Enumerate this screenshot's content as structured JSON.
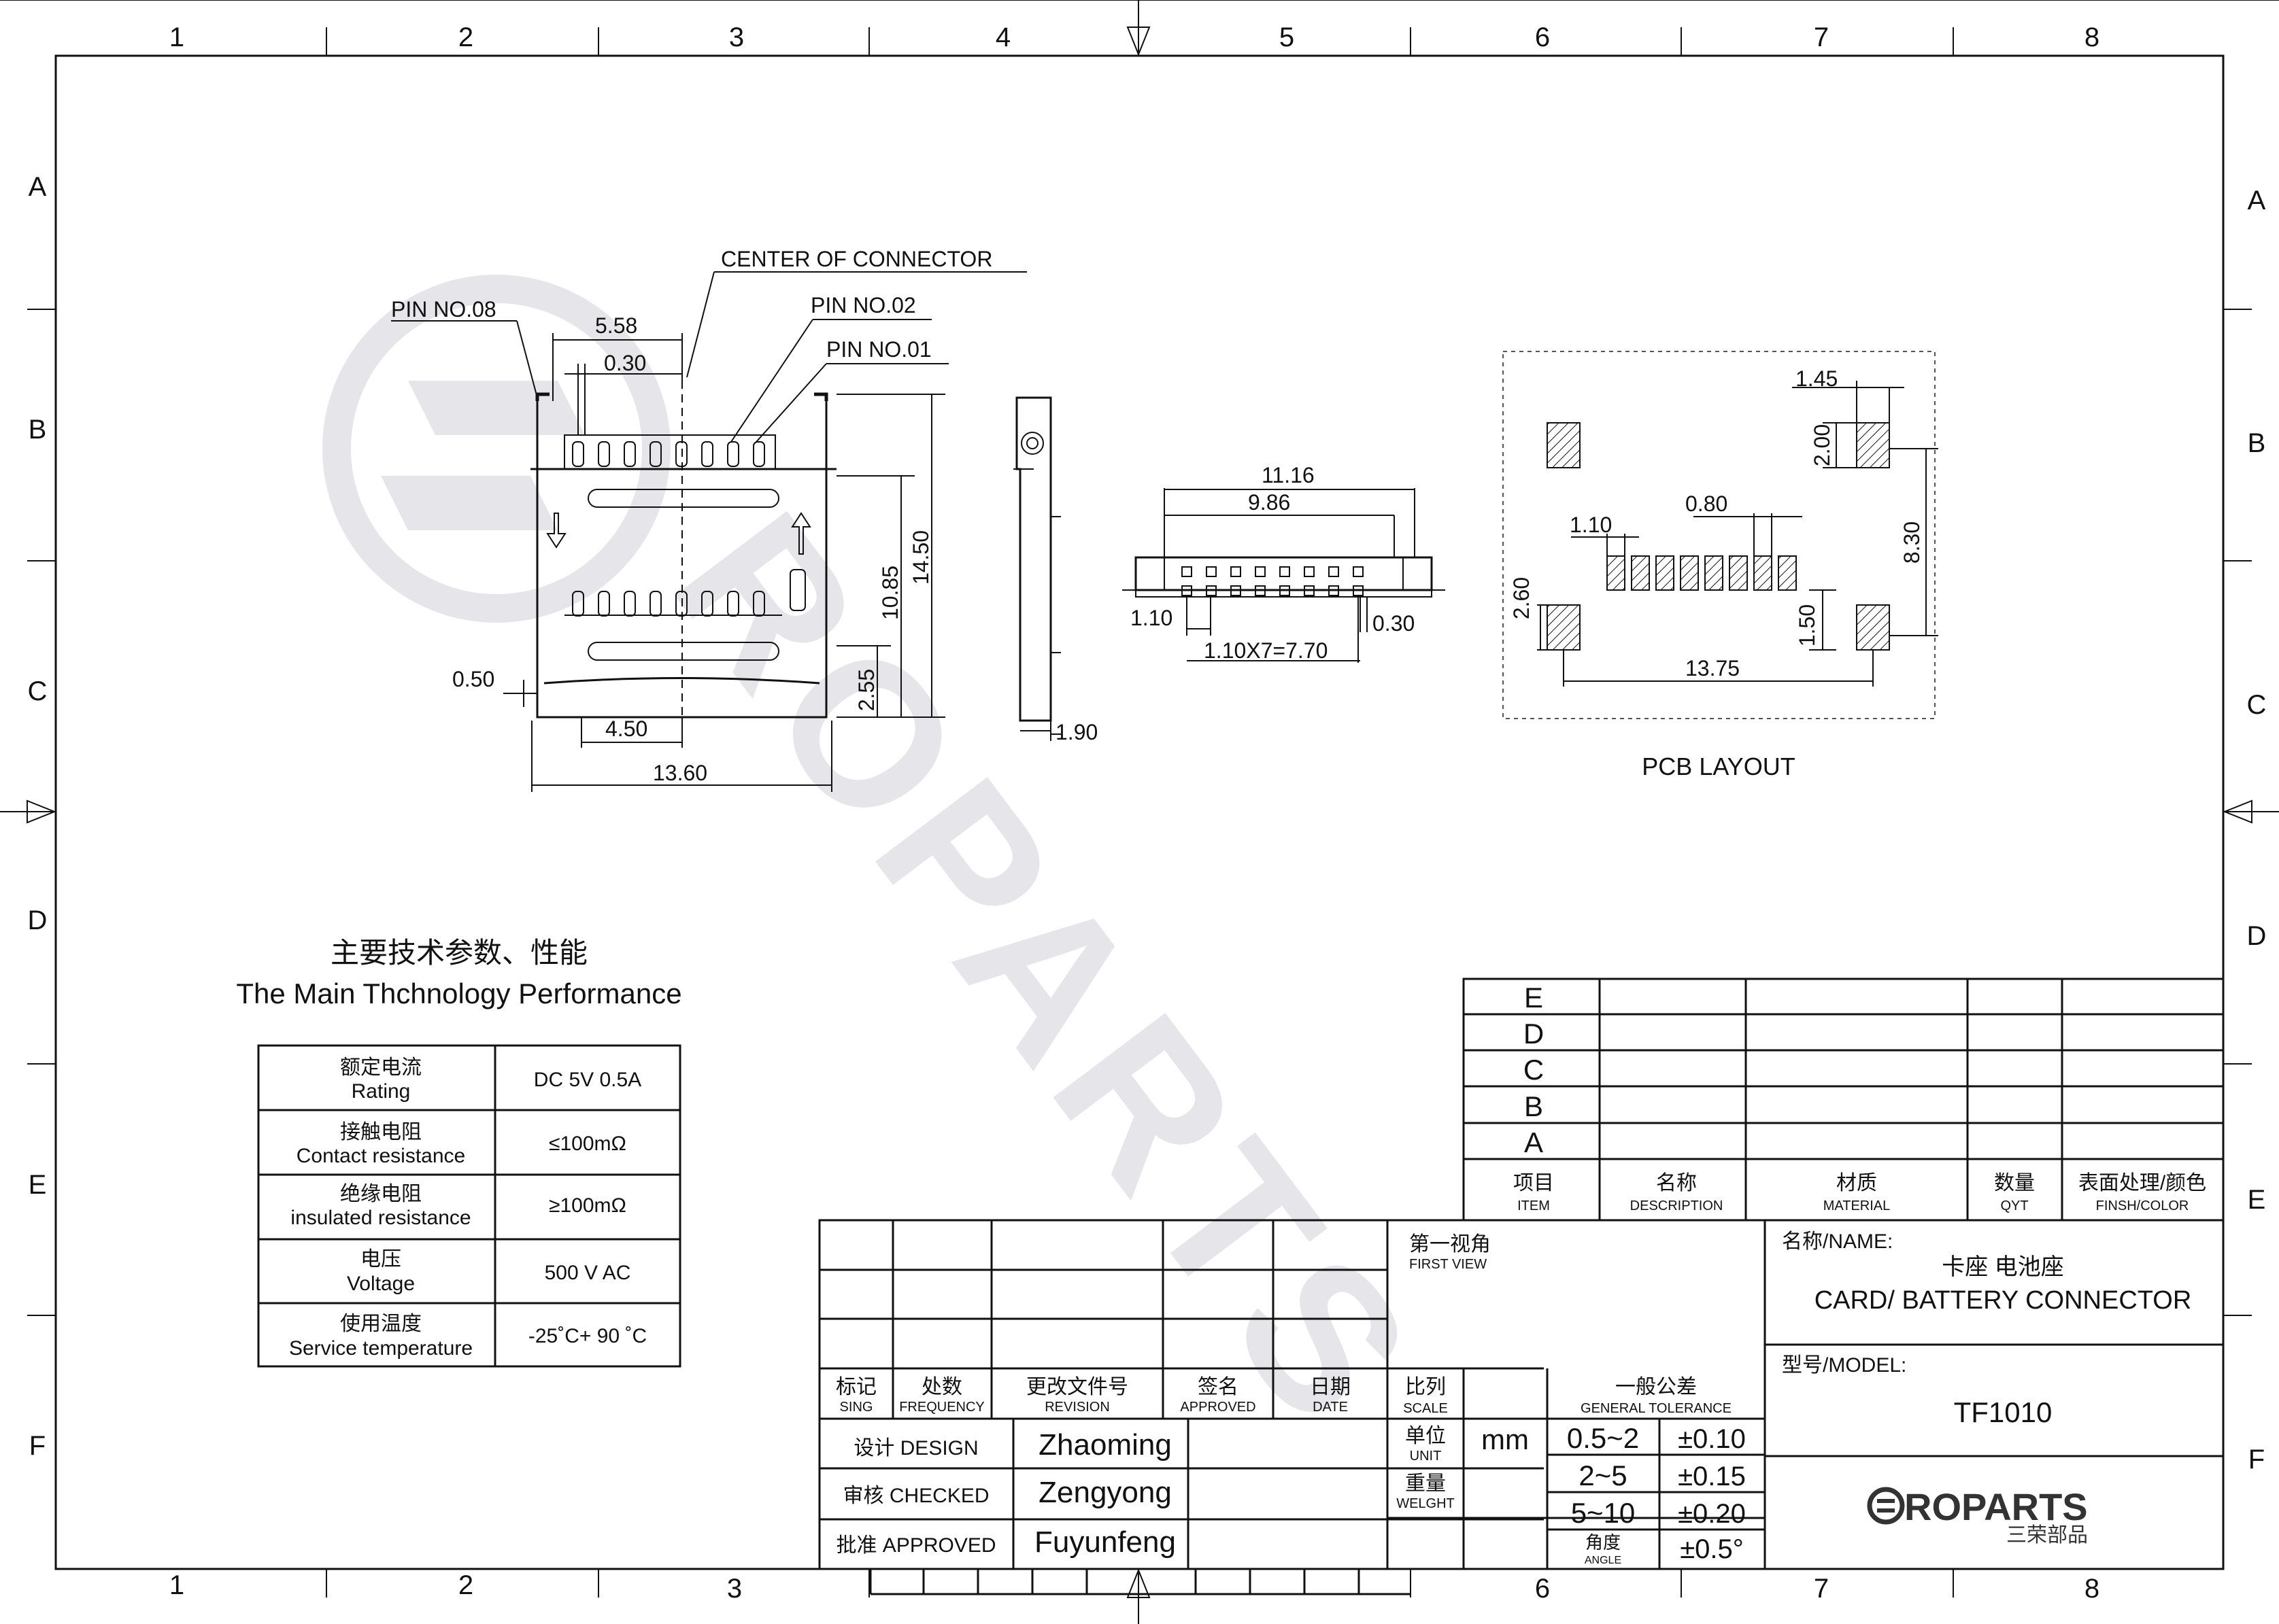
{
  "zones": {
    "cols": [
      "1",
      "2",
      "3",
      "4",
      "5",
      "6",
      "7",
      "8"
    ],
    "rows": [
      "A",
      "B",
      "C",
      "D",
      "E",
      "F"
    ]
  },
  "drawing": {
    "front_view": {
      "callouts": {
        "center": "CENTER OF CONNECTOR",
        "pin8": "PIN  NO.08",
        "pin2": "PIN NO.02",
        "pin1": "PIN NO.01"
      },
      "dims": {
        "w558": "5.58",
        "w030": "0.30",
        "h1450": "14.50",
        "h1085": "10.85",
        "h255": "2.55",
        "w050": "0.50",
        "w450": "4.50",
        "w1360": "13.60"
      }
    },
    "side_view": {
      "dims": {
        "t190": "1.90"
      }
    },
    "top_view": {
      "dims": {
        "w1116": "11.16",
        "w986": "9.86",
        "p110": "1.10",
        "p030": "0.30",
        "pitch": "1.10X7=7.70"
      }
    },
    "pcb_layout": {
      "title": "PCB LAYOUT",
      "dims": {
        "d145": "1.45",
        "d200": "2.00",
        "d830": "8.30",
        "d080": "0.80",
        "d110": "1.10",
        "d260": "2.60",
        "d150": "1.50",
        "d1375": "13.75"
      }
    }
  },
  "watermark": "ROPARTS",
  "performance": {
    "title_cn": "主要技术参数、性能",
    "title_en": "The Main Thchnology Performance",
    "rows": [
      {
        "cn": "额定电流",
        "en": "Rating",
        "value": "DC 5V 0.5A"
      },
      {
        "cn": "接触电阻",
        "en": "Contact resistance",
        "value": "≤100mΩ"
      },
      {
        "cn": "绝缘电阻",
        "en": "insulated resistance",
        "value": "≥100mΩ"
      },
      {
        "cn": "电压",
        "en": "Voltage",
        "value": "500 V AC"
      },
      {
        "cn": "使用温度",
        "en": "Service temperature",
        "value": "-25˚C+ 90 ˚C"
      }
    ]
  },
  "bom": {
    "letters": [
      "E",
      "D",
      "C",
      "B",
      "A"
    ],
    "headers": [
      {
        "cn": "项目",
        "en": "ITEM"
      },
      {
        "cn": "名称",
        "en": "DESCRIPTION"
      },
      {
        "cn": "材质",
        "en": "MATERIAL"
      },
      {
        "cn": "数量",
        "en": "QYT"
      },
      {
        "cn": "表面处理/颜色",
        "en": "FINSH/COLOR"
      }
    ]
  },
  "revision": {
    "headers": [
      {
        "cn": "标记",
        "en": "SING"
      },
      {
        "cn": "处数",
        "en": "FREQUENCY"
      },
      {
        "cn": "更改文件号",
        "en": "REVISION"
      },
      {
        "cn": "签名",
        "en": "APPROVED"
      },
      {
        "cn": "日期",
        "en": "DATE"
      }
    ]
  },
  "signatures": [
    {
      "role": "设计 DESIGN",
      "name": "Zhaoming"
    },
    {
      "role": "审核 CHECKED",
      "name": "Zengyong"
    },
    {
      "role": "批准 APPROVED",
      "name": "Fuyunfeng"
    }
  ],
  "view": {
    "cn": "第一视角",
    "en": "FIRST VIEW"
  },
  "scale": {
    "cn": "比列",
    "en": "SCALE"
  },
  "unit": {
    "cn": "单位",
    "en": "UNIT",
    "value": "mm"
  },
  "weight": {
    "cn": "重量",
    "en": "WELGHT"
  },
  "tolerance": {
    "cn": "一般公差",
    "en": "GENERAL TOLERANCE",
    "rows": [
      {
        "range": "0.5~2",
        "value": "±0.10"
      },
      {
        "range": "2~5",
        "value": "±0.15"
      },
      {
        "range": "5~10",
        "value": "±0.20"
      }
    ],
    "angle_cn": "角度",
    "angle_en": "ANGLE",
    "angle_value": "±0.5°"
  },
  "title_block": {
    "name_label": "名称/NAME:",
    "name_cn": "卡座 电池座",
    "name_en": "CARD/ BATTERY CONNECTOR",
    "model_label": "型号/MODEL:",
    "model": "TF1010",
    "logo_text": "ROPARTS",
    "logo_cn": "三荣部品"
  },
  "colors": {
    "ink": "#111111",
    "watermark": "#e6e6ea"
  }
}
